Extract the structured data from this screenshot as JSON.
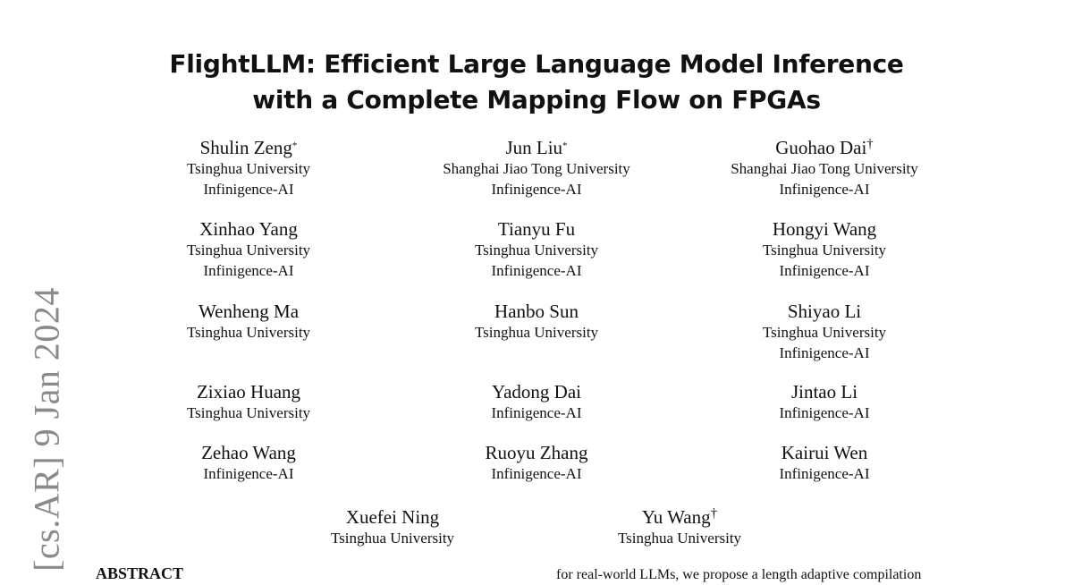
{
  "paper": {
    "title_line1": "FlightLLM: Efficient Large Language Model Inference",
    "title_line2": "with a Complete Mapping Flow on FPGAs",
    "authors": [
      {
        "name": "Shulin Zeng",
        "mark": "*",
        "aff1": "Tsinghua University",
        "aff2": "Infinigence-AI"
      },
      {
        "name": "Jun Liu",
        "mark": "*",
        "aff1": "Shanghai Jiao Tong University",
        "aff2": "Infinigence-AI"
      },
      {
        "name": "Guohao Dai",
        "mark": "†",
        "aff1": "Shanghai Jiao Tong University",
        "aff2": "Infinigence-AI"
      },
      {
        "name": "Xinhao Yang",
        "mark": "",
        "aff1": "Tsinghua University",
        "aff2": "Infinigence-AI"
      },
      {
        "name": "Tianyu Fu",
        "mark": "",
        "aff1": "Tsinghua University",
        "aff2": "Infinigence-AI"
      },
      {
        "name": "Hongyi Wang",
        "mark": "",
        "aff1": "Tsinghua University",
        "aff2": "Infinigence-AI"
      },
      {
        "name": "Wenheng Ma",
        "mark": "",
        "aff1": "Tsinghua University",
        "aff2": ""
      },
      {
        "name": "Hanbo Sun",
        "mark": "",
        "aff1": "Tsinghua University",
        "aff2": ""
      },
      {
        "name": "Shiyao Li",
        "mark": "",
        "aff1": "Tsinghua University",
        "aff2": "Infinigence-AI"
      },
      {
        "name": "Zixiao Huang",
        "mark": "",
        "aff1": "Tsinghua University",
        "aff2": ""
      },
      {
        "name": "Yadong Dai",
        "mark": "",
        "aff1": "Infinigence-AI",
        "aff2": ""
      },
      {
        "name": "Jintao Li",
        "mark": "",
        "aff1": "Infinigence-AI",
        "aff2": ""
      },
      {
        "name": "Zehao Wang",
        "mark": "",
        "aff1": "Infinigence-AI",
        "aff2": ""
      },
      {
        "name": "Ruoyu Zhang",
        "mark": "",
        "aff1": "Infinigence-AI",
        "aff2": ""
      },
      {
        "name": "Kairui Wen",
        "mark": "",
        "aff1": "Infinigence-AI",
        "aff2": ""
      },
      {
        "name": "Xuefei Ning",
        "mark": "",
        "aff1": "Tsinghua University",
        "aff2": ""
      },
      {
        "name": "Yu Wang",
        "mark": "†",
        "aff1": "Tsinghua University",
        "aff2": ""
      }
    ],
    "arxiv_stamp": "[cs.AR]  9 Jan 2024",
    "abstract_heading": "ABSTRACT",
    "right_column_line": "for real-world LLMs, we propose a length adaptive compilation"
  }
}
